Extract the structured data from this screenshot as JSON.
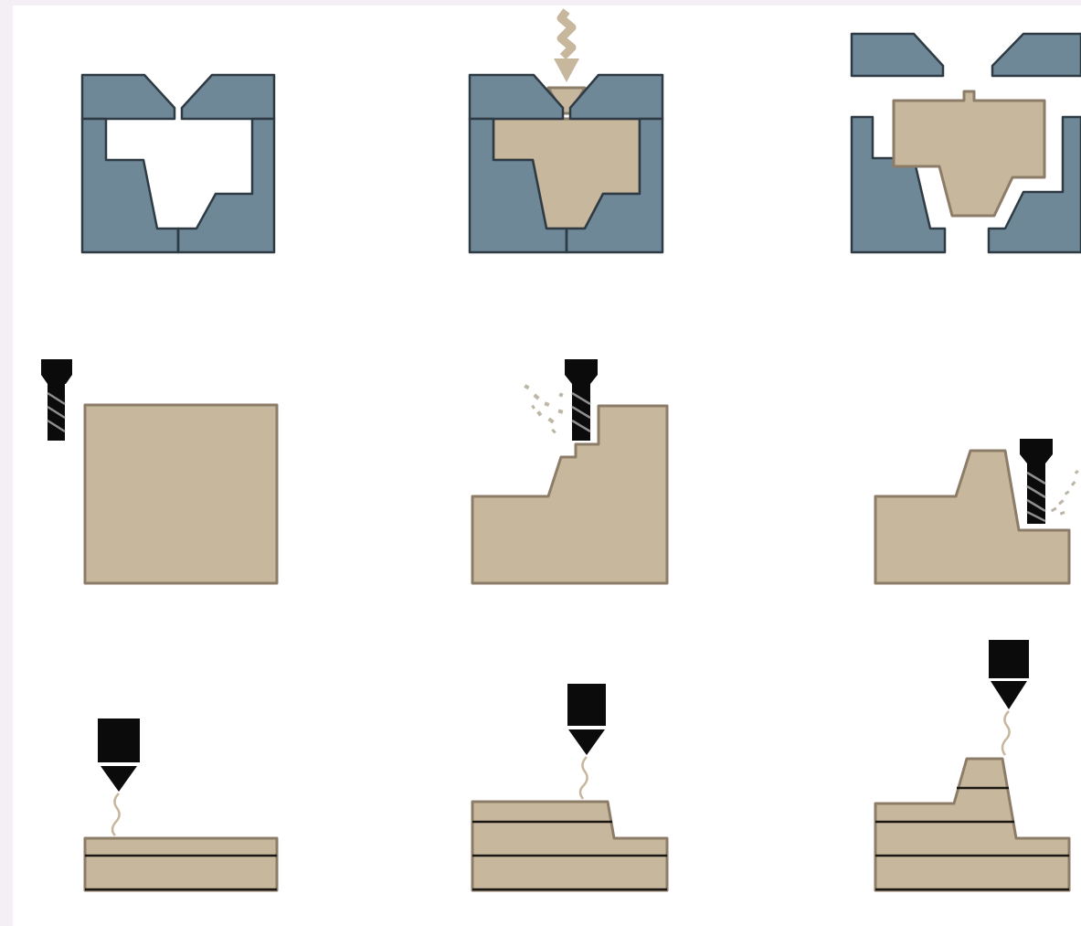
{
  "colors": {
    "page_background": "#f3eff4",
    "panel_background": "#ffffff",
    "mold": "#6f8898",
    "mold_stroke": "#2f3b44",
    "material": "#c6b79d",
    "material_stroke": "#8c7c68",
    "tool": "#0b0b0b",
    "particles": "#bdb5a6",
    "layer_line": "#1b1712"
  },
  "rows": [
    {
      "process": "molding",
      "panels": [
        "empty-mold",
        "filling-mold",
        "ejected-part"
      ]
    },
    {
      "process": "milling",
      "panels": [
        "raw-block",
        "first-cut",
        "finished-shape"
      ]
    },
    {
      "process": "additive-layering",
      "panels": [
        "first-layer",
        "third-layer",
        "finished-shape"
      ]
    }
  ],
  "icons": [
    "downward-arrow-icon",
    "end-mill-icon",
    "print-nozzle-icon"
  ]
}
